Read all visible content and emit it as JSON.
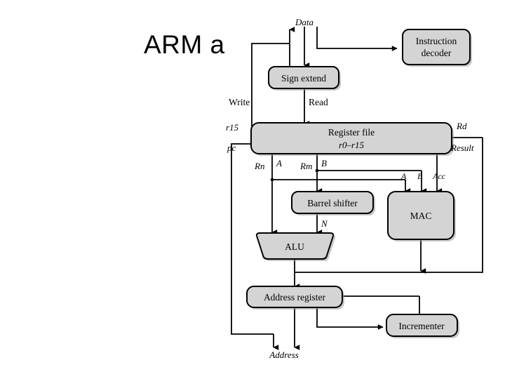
{
  "slide": {
    "title": "ARM a",
    "background": "#ffffff"
  },
  "diagram": {
    "name": "arm-core-datapath",
    "style": {
      "block_fill": "#d4d4d4",
      "block_stroke": "#000000",
      "wire_color": "#000000",
      "shadow": "#808080"
    },
    "blocks": [
      {
        "id": "instruction-decoder",
        "label_line1": "Instruction",
        "label_line2": "decoder",
        "shape": "rounded-rect"
      },
      {
        "id": "sign-extend",
        "label_line1": "Sign extend",
        "shape": "rounded-rect"
      },
      {
        "id": "register-file",
        "label_line1": "Register file",
        "label_line2": "r0–r15",
        "shape": "rounded-rect"
      },
      {
        "id": "barrel-shifter",
        "label_line1": "Barrel shifter",
        "shape": "rounded-rect"
      },
      {
        "id": "mac",
        "label_line1": "MAC",
        "shape": "rounded-rect"
      },
      {
        "id": "alu",
        "label_line1": "ALU",
        "shape": "trapezoid"
      },
      {
        "id": "address-register",
        "label_line1": "Address register",
        "shape": "rounded-rect"
      },
      {
        "id": "incrementer",
        "label_line1": "Incrementer",
        "shape": "rounded-rect"
      }
    ],
    "signal_labels": [
      {
        "id": "data",
        "text": "Data",
        "style": "italic"
      },
      {
        "id": "write",
        "text": "Write",
        "style": "roman"
      },
      {
        "id": "read",
        "text": "Read",
        "style": "roman"
      },
      {
        "id": "r15",
        "text": "r15",
        "style": "italic"
      },
      {
        "id": "pc",
        "text": "pc",
        "style": "italic"
      },
      {
        "id": "rd",
        "text": "Rd",
        "style": "italic"
      },
      {
        "id": "result",
        "text": "Result",
        "style": "italic"
      },
      {
        "id": "rn",
        "text": "Rn",
        "style": "italic"
      },
      {
        "id": "a-left",
        "text": "A",
        "style": "italic"
      },
      {
        "id": "rm",
        "text": "Rm",
        "style": "italic"
      },
      {
        "id": "b-left",
        "text": "B",
        "style": "italic"
      },
      {
        "id": "a-mac",
        "text": "A",
        "style": "italic"
      },
      {
        "id": "b-mac",
        "text": "B",
        "style": "italic"
      },
      {
        "id": "acc",
        "text": "Acc",
        "style": "italic"
      },
      {
        "id": "n",
        "text": "N",
        "style": "italic"
      },
      {
        "id": "address",
        "text": "Address",
        "style": "italic"
      }
    ]
  }
}
